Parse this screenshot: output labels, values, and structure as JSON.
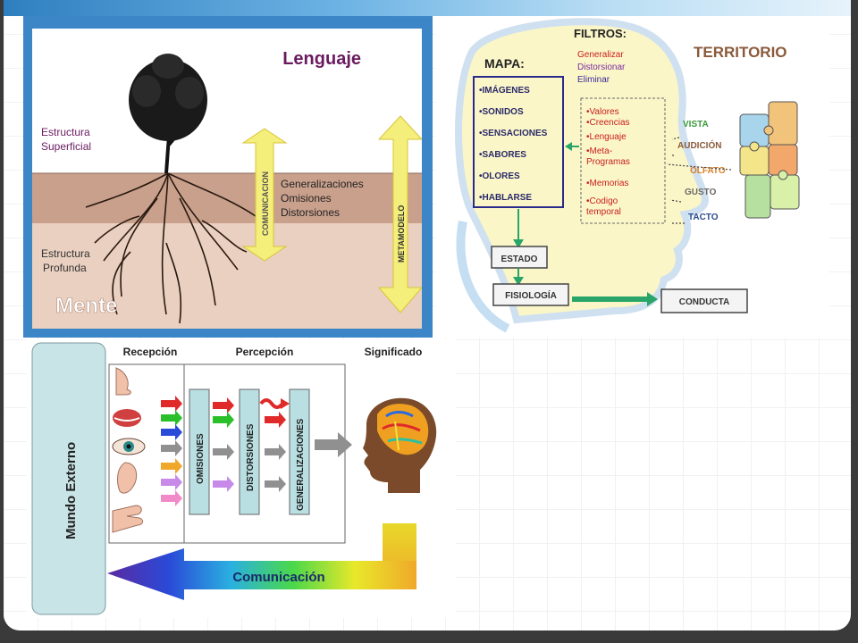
{
  "lenguaje": {
    "title": "Lenguaje",
    "estructura_superficial_1": "Estructura",
    "estructura_superficial_2": "Superficial",
    "estructura_profunda_1": "Estructura",
    "estructura_profunda_2": "Profunda",
    "mente": "Mente",
    "comunicacion": "COMUNICACION",
    "metamodelo": "METAMODELO",
    "processes": [
      "Generalizaciones",
      "Omisiones",
      "Distorsiones"
    ]
  },
  "territorio": {
    "filtros_label": "FILTROS:",
    "filtros": [
      "Generalizar",
      "Distorsionar",
      "Eliminar"
    ],
    "mapa_label": "MAPA:",
    "mapa_items": [
      "•IMÁGENES",
      "•SONIDOS",
      "•SENSACIONES",
      "•SABORES",
      "•OLORES",
      "•HABLARSE"
    ],
    "inner_filters": [
      "•Valores",
      "•Creencias",
      "•Lenguaje",
      "•Meta-",
      "Programas",
      "•Memorias",
      "•Codigo",
      "temporal"
    ],
    "territorio_label": "TERRITORIO",
    "senses": [
      "VISTA",
      "AUDICIÓN",
      "OLFATO",
      "GUSTO",
      "TACTO"
    ],
    "estado": "ESTADO",
    "fisiologia": "FISIOLOGÍA",
    "conducta": "CONDUCTA"
  },
  "proceso": {
    "mundo_externo": "Mundo Externo",
    "recepcion": "Recepción",
    "percepcion": "Percepción",
    "significado": "Significado",
    "omisiones": "OMISIONES",
    "distorsiones": "DISTORSIONES",
    "generalizaciones": "GENERALIZACIONES",
    "comunicacion": "Comunicación"
  },
  "colors": {
    "accent_blue": "#3c86c8",
    "lenguaje_title": "#6a1b60",
    "arrow_yellow": "#f4ee7a",
    "soil_top": "#c9a08c",
    "soil_deep": "#ead0c0",
    "mapa_border": "#2a2a8a",
    "filter_red": "#c81e1e",
    "filter_purple": "#7a2aa0",
    "sense_green": "#3a9a3a",
    "conducta_arrow": "#2aa56a",
    "omisiones_fill": "#b9dfe2",
    "mundo_fill": "#c9e4e6"
  }
}
